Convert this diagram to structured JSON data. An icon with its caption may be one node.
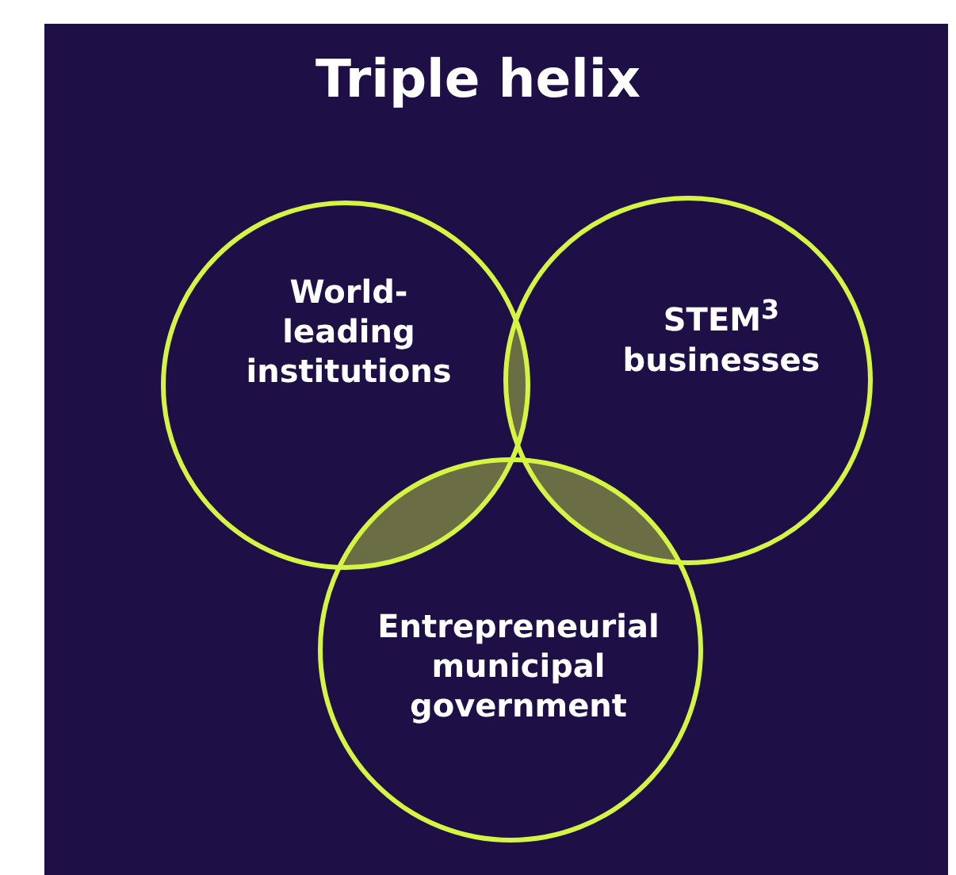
{
  "diagram": {
    "title": "Triple helix",
    "nodes": [
      {
        "text": [
          "World-leading institutions"
        ]
      },
      {
        "text": [
          "STEM$^{3}$ businesses"
        ]
      },
      {
        "text": [
          "Entrepreneurial municipal government"
        ]
      }
    ],
    "edges": []
  }
}
